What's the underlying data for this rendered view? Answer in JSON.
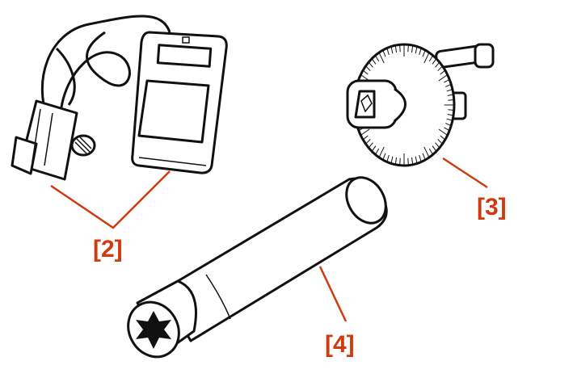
{
  "labels": {
    "meter": "[2]",
    "dial": "[3]",
    "torx_bit": "[4]"
  },
  "colors": {
    "callout": "#d03a10",
    "outline": "#111111"
  }
}
